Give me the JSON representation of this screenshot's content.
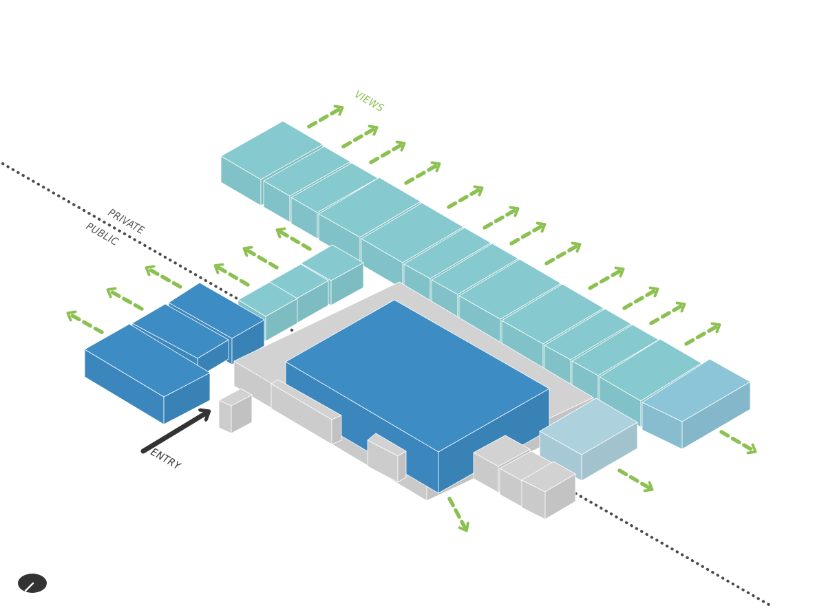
{
  "labels": {
    "views": "VIEWS",
    "private": "PRIVATE",
    "public": "PUBLIC",
    "entry": "ENTRY"
  },
  "legend": {
    "north_icon": "north-arrow-icon"
  },
  "colors": {
    "teal": "#86cad0",
    "blue": "#3d8cc4",
    "light_blue": "#8dc5d8",
    "pale_blue": "#aed1de",
    "light_gray": "#d2d2d3",
    "mid_gray": "#b9bec4",
    "green_arrow": "#8cc152",
    "entry_arrow": "#333333",
    "divider": "#4a4a4a"
  },
  "blocks": [
    {
      "name": "teal-block-1",
      "color": "teal"
    },
    {
      "name": "teal-block-2",
      "color": "teal"
    },
    {
      "name": "teal-block-3",
      "color": "teal"
    },
    {
      "name": "teal-block-4",
      "color": "teal"
    },
    {
      "name": "teal-block-5",
      "color": "teal"
    },
    {
      "name": "teal-block-6",
      "color": "teal"
    },
    {
      "name": "teal-block-7",
      "color": "teal"
    },
    {
      "name": "teal-block-8",
      "color": "teal"
    },
    {
      "name": "teal-block-9",
      "color": "teal"
    },
    {
      "name": "teal-block-10",
      "color": "teal"
    },
    {
      "name": "teal-block-11",
      "color": "teal"
    },
    {
      "name": "teal-block-12",
      "color": "teal"
    },
    {
      "name": "light-blue-end-block",
      "color": "light_blue"
    },
    {
      "name": "teal-small-block-1",
      "color": "teal"
    },
    {
      "name": "teal-small-block-2",
      "color": "teal"
    },
    {
      "name": "teal-small-block-3",
      "color": "teal"
    },
    {
      "name": "blue-public-block-1",
      "color": "blue"
    },
    {
      "name": "blue-public-block-2",
      "color": "blue"
    },
    {
      "name": "blue-public-block-3",
      "color": "blue"
    },
    {
      "name": "gray-service-block",
      "color": "light_gray"
    },
    {
      "name": "central-blue-hall",
      "color": "blue"
    },
    {
      "name": "pale-blue-block",
      "color": "pale_blue"
    },
    {
      "name": "gray-corner-block-1",
      "color": "light_gray"
    },
    {
      "name": "gray-corner-block-2",
      "color": "light_gray"
    },
    {
      "name": "gray-corner-block-3",
      "color": "light_gray"
    }
  ]
}
